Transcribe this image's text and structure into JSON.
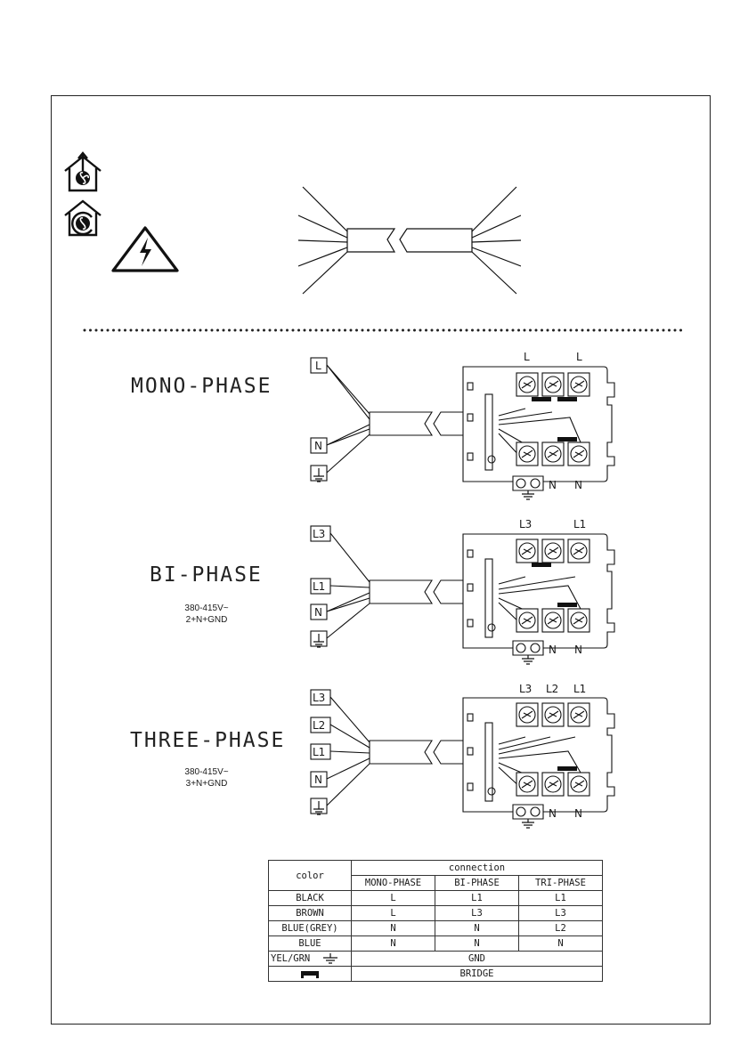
{
  "warnings": {
    "ducted_icon": "ducted-mode-house-icon",
    "recirculation_icon": "recirculation-mode-house-icon",
    "shock_icon": "electric-shock-warning-icon"
  },
  "diagrams": [
    {
      "title": "MONO-PHASE",
      "voltage": "",
      "cable_labels": [
        "L",
        "N"
      ],
      "top_terminals": [
        "L",
        "L"
      ],
      "bottom_terminals": [
        "N",
        "N"
      ]
    },
    {
      "title": "BI-PHASE",
      "voltage": "380-415V~\n2+N+GND",
      "cable_labels": [
        "L3",
        "L1",
        "N"
      ],
      "top_terminals": [
        "L3",
        "L1"
      ],
      "bottom_terminals": [
        "N",
        "N"
      ]
    },
    {
      "title": "THREE-PHASE",
      "voltage": "380-415V~\n3+N+GND",
      "cable_labels": [
        "L3",
        "L2",
        "L1",
        "N"
      ],
      "top_terminals": [
        "L3",
        "L2",
        "L1"
      ],
      "bottom_terminals": [
        "N",
        "N"
      ]
    }
  ],
  "ground_icon": "ground-symbol-icon",
  "legend": {
    "color_header": "color",
    "connection_header": "connection",
    "columns": [
      "MONO-PHASE",
      "BI-PHASE",
      "TRI-PHASE"
    ],
    "rows": [
      {
        "color": "BLACK",
        "values": [
          "L",
          "L1",
          "L1"
        ]
      },
      {
        "color": "BROWN",
        "values": [
          "L",
          "L3",
          "L3"
        ]
      },
      {
        "color": "BLUE(GREY)",
        "values": [
          "N",
          "N",
          "L2"
        ]
      },
      {
        "color": "BLUE",
        "values": [
          "N",
          "N",
          "N"
        ]
      }
    ],
    "gnd_row": {
      "color": "YEL/GRN",
      "value": "GND"
    },
    "bridge_row": {
      "value": "BRIDGE"
    }
  }
}
